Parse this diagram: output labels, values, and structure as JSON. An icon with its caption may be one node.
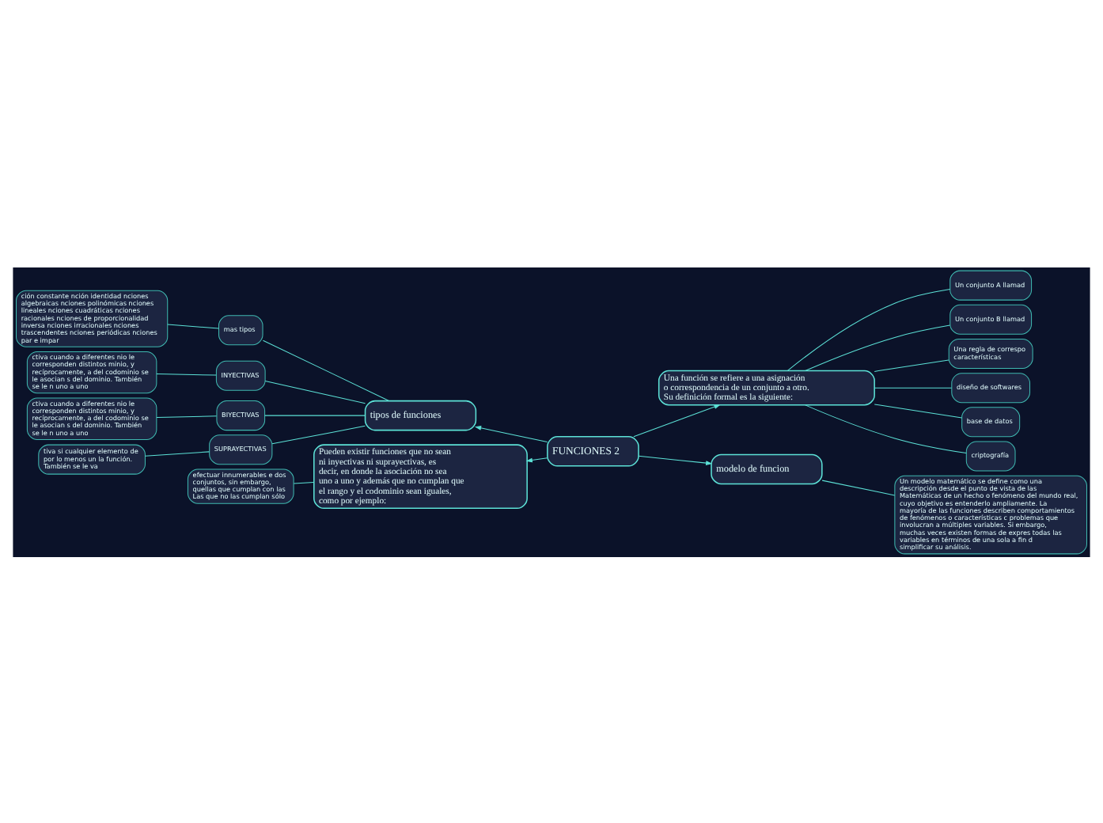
{
  "diagram": {
    "nodes": [
      {
        "text": [
          "FUNCIONES 2"
        ]
      },
      {
        "text": [
          "tipos de funciones"
        ]
      },
      {
        "text": [
          "mas tipos"
        ]
      },
      {
        "text": [
          "ción constante nción identidad nciones algebraicas nciones polinómicas nciones lineales nciones cuadráticas nciones racionales nciones de proporcionalidad inversa nciones irracionales nciones trascendentes nciones periódicas nciones par e impar"
        ]
      },
      {
        "text": [
          "INYECTIVAS"
        ]
      },
      {
        "text": [
          "ctiva cuando a diferentes nio le corresponden distintos minio, y recíprocamente, a del codominio se le asocian s del dominio. También se le n uno a uno"
        ]
      },
      {
        "text": [
          "BIYECTIVAS"
        ]
      },
      {
        "text": [
          "ctiva cuando a diferentes nio le corresponden distintos minio, y recíprocamente, a del codominio se le asocian s del dominio. También se le n uno a uno"
        ]
      },
      {
        "text": [
          "SUPRAYECTIVAS"
        ]
      },
      {
        "text": [
          "tiva si cualquier elemento de por lo menos un la función. También se le va"
        ]
      },
      {
        "text": [
          "Una función se refiere a una asignación o correspondencia de un conjunto a otro. Su definición formal es la siguiente:"
        ]
      },
      {
        "text": [
          "Un conjunto A llamad"
        ]
      },
      {
        "text": [
          "Un conjunto B llamad"
        ]
      },
      {
        "text": [
          "Una regla de correspo características"
        ]
      },
      {
        "text": [
          "diseño de softwares"
        ]
      },
      {
        "text": [
          "base de datos"
        ]
      },
      {
        "text": [
          "criptografía"
        ]
      },
      {
        "text": [
          "Pueden existir funciones que no sean ni inyectivas ni suprayectivas, es decir, en donde la asociación no sea uno a uno y además que no cumplan que el rango y el codominio sean iguales, como por ejemplo:"
        ]
      },
      {
        "text": [
          "efectuar innumerables e dos conjuntos, sin embargo, quellas que cumplan con las Las que no las cumplan sólo"
        ]
      },
      {
        "text": [
          "modelo de funcion"
        ]
      },
      {
        "text": [
          "Un modelo matemático se define como una descripción desde el punto de vista de las Matemáticas de un hecho o fenómeno del mundo real, cuyo objetivo es entenderlo ampliamente. La mayoría de las funciones describen comportamientos de fenómenos o características c problemas que involucran a múltiples variables. Si embargo, muchas veces existen formas de expres todas las variables en términos de una sola a fin d simplificar su análisis."
        ]
      }
    ],
    "edges": [
      {
        "from": 0,
        "to": 1,
        "arrow": "to"
      },
      {
        "from": 1,
        "to": 2,
        "arrow": "none"
      },
      {
        "from": 2,
        "to": 3,
        "arrow": "none"
      },
      {
        "from": 1,
        "to": 4,
        "arrow": "none"
      },
      {
        "from": 4,
        "to": 5,
        "arrow": "none"
      },
      {
        "from": 1,
        "to": 6,
        "arrow": "none"
      },
      {
        "from": 6,
        "to": 7,
        "arrow": "none"
      },
      {
        "from": 1,
        "to": 8,
        "arrow": "none"
      },
      {
        "from": 8,
        "to": 9,
        "arrow": "none"
      },
      {
        "from": 0,
        "to": 10,
        "arrow": "to"
      },
      {
        "from": 10,
        "to": 11,
        "arrow": "none"
      },
      {
        "from": 10,
        "to": 12,
        "arrow": "none"
      },
      {
        "from": 10,
        "to": 13,
        "arrow": "none"
      },
      {
        "from": 10,
        "to": 14,
        "arrow": "none"
      },
      {
        "from": 10,
        "to": 15,
        "arrow": "none"
      },
      {
        "from": 10,
        "to": 16,
        "arrow": "none"
      },
      {
        "from": 0,
        "to": 17,
        "arrow": "to"
      },
      {
        "from": 17,
        "to": 18,
        "arrow": "none"
      },
      {
        "from": 0,
        "to": 19,
        "arrow": "to"
      },
      {
        "from": 19,
        "to": 20,
        "arrow": "none"
      }
    ]
  }
}
